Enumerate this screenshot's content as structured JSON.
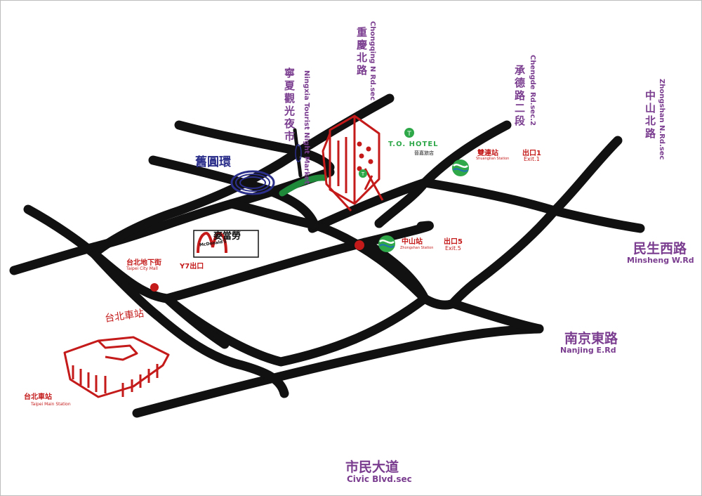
{
  "streets": {
    "chongqing_zh": "重慶北路",
    "chongqing_en": "Chongqing N Rd.sec",
    "ningxia_zh": "寧夏觀光夜市",
    "ningxia_en": "Ningxia Tourist Night Market",
    "chengde_zh": "承德路二段",
    "chengde_en": "Chengde Rd.sec.2",
    "zhongshan_zh": "中山北路",
    "zhongshan_en": "Zhongshan N.Rd.sec",
    "minsheng_zh": "民生西路",
    "minsheng_en": "Minsheng W.Rd",
    "nanjing_zh": "南京東路",
    "nanjing_en": "Nanjing E.Rd",
    "civic_zh": "市民大道",
    "civic_en": "Civic Blvd.sec"
  },
  "landmarks": {
    "old_circle": "舊圓環",
    "hotel_name": "T.O. HOTEL",
    "hotel_sub": "晉嘉旅店",
    "mcd_logo": "McDonald's",
    "mcd_zh": "麥當勞",
    "mall_zh": "台北地下街",
    "mall_en": "Taipei City Mall",
    "mall_exit": "Y7出口",
    "main_station_zh": "台北車站",
    "main_station_en": "Taipei Main Station",
    "main_station_calligraphy": "台北車站"
  },
  "stations": {
    "shuanglian_zh": "雙連站",
    "shuanglian_en": "Shuanglian Station",
    "shuanglian_exit_zh": "出口1",
    "shuanglian_exit_en": "Exit.1",
    "zhongshan_zh": "中山站",
    "zhongshan_en": "Zhongshan Station",
    "zhongshan_exit_zh": "出口5",
    "zhongshan_exit_en": "Exit.5"
  },
  "colors": {
    "road": "#111111",
    "street_label": "#7a3d8f",
    "landmark_red": "#c41a1a",
    "metro_green": "#2fa84a",
    "metro_blue": "#1f6fb5",
    "circle_blue": "#2b2f8a",
    "park_green": "#1e8a3a"
  },
  "icons": [
    "metro-station-icon",
    "hotel-pin-icon",
    "location-dot-icon",
    "mcdonalds-logo-icon",
    "old-circle-icon",
    "station-building-icon"
  ]
}
